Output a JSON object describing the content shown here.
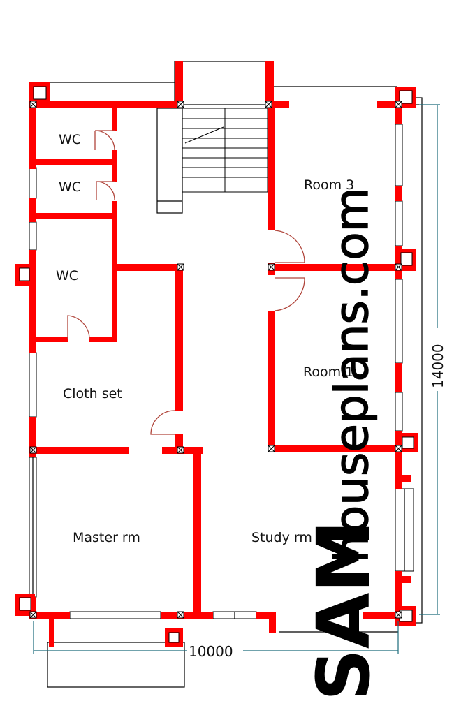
{
  "rooms": {
    "wc_1": "WC",
    "wc_2": "WC",
    "wc_3": "WC",
    "room_3": "Room 3",
    "room_1": "Room 1",
    "cloth_set": "Cloth set",
    "master_rm": "Master rm",
    "study_rm": "Study rm"
  },
  "dimensions": {
    "width": "10000",
    "height": "14000"
  },
  "watermark": {
    "brand": "SAM",
    "site": "houseplans.com"
  },
  "colors": {
    "wall": "#ff0000",
    "dimension_line": "#1b6b7a",
    "door_arc": "#b0453b"
  }
}
